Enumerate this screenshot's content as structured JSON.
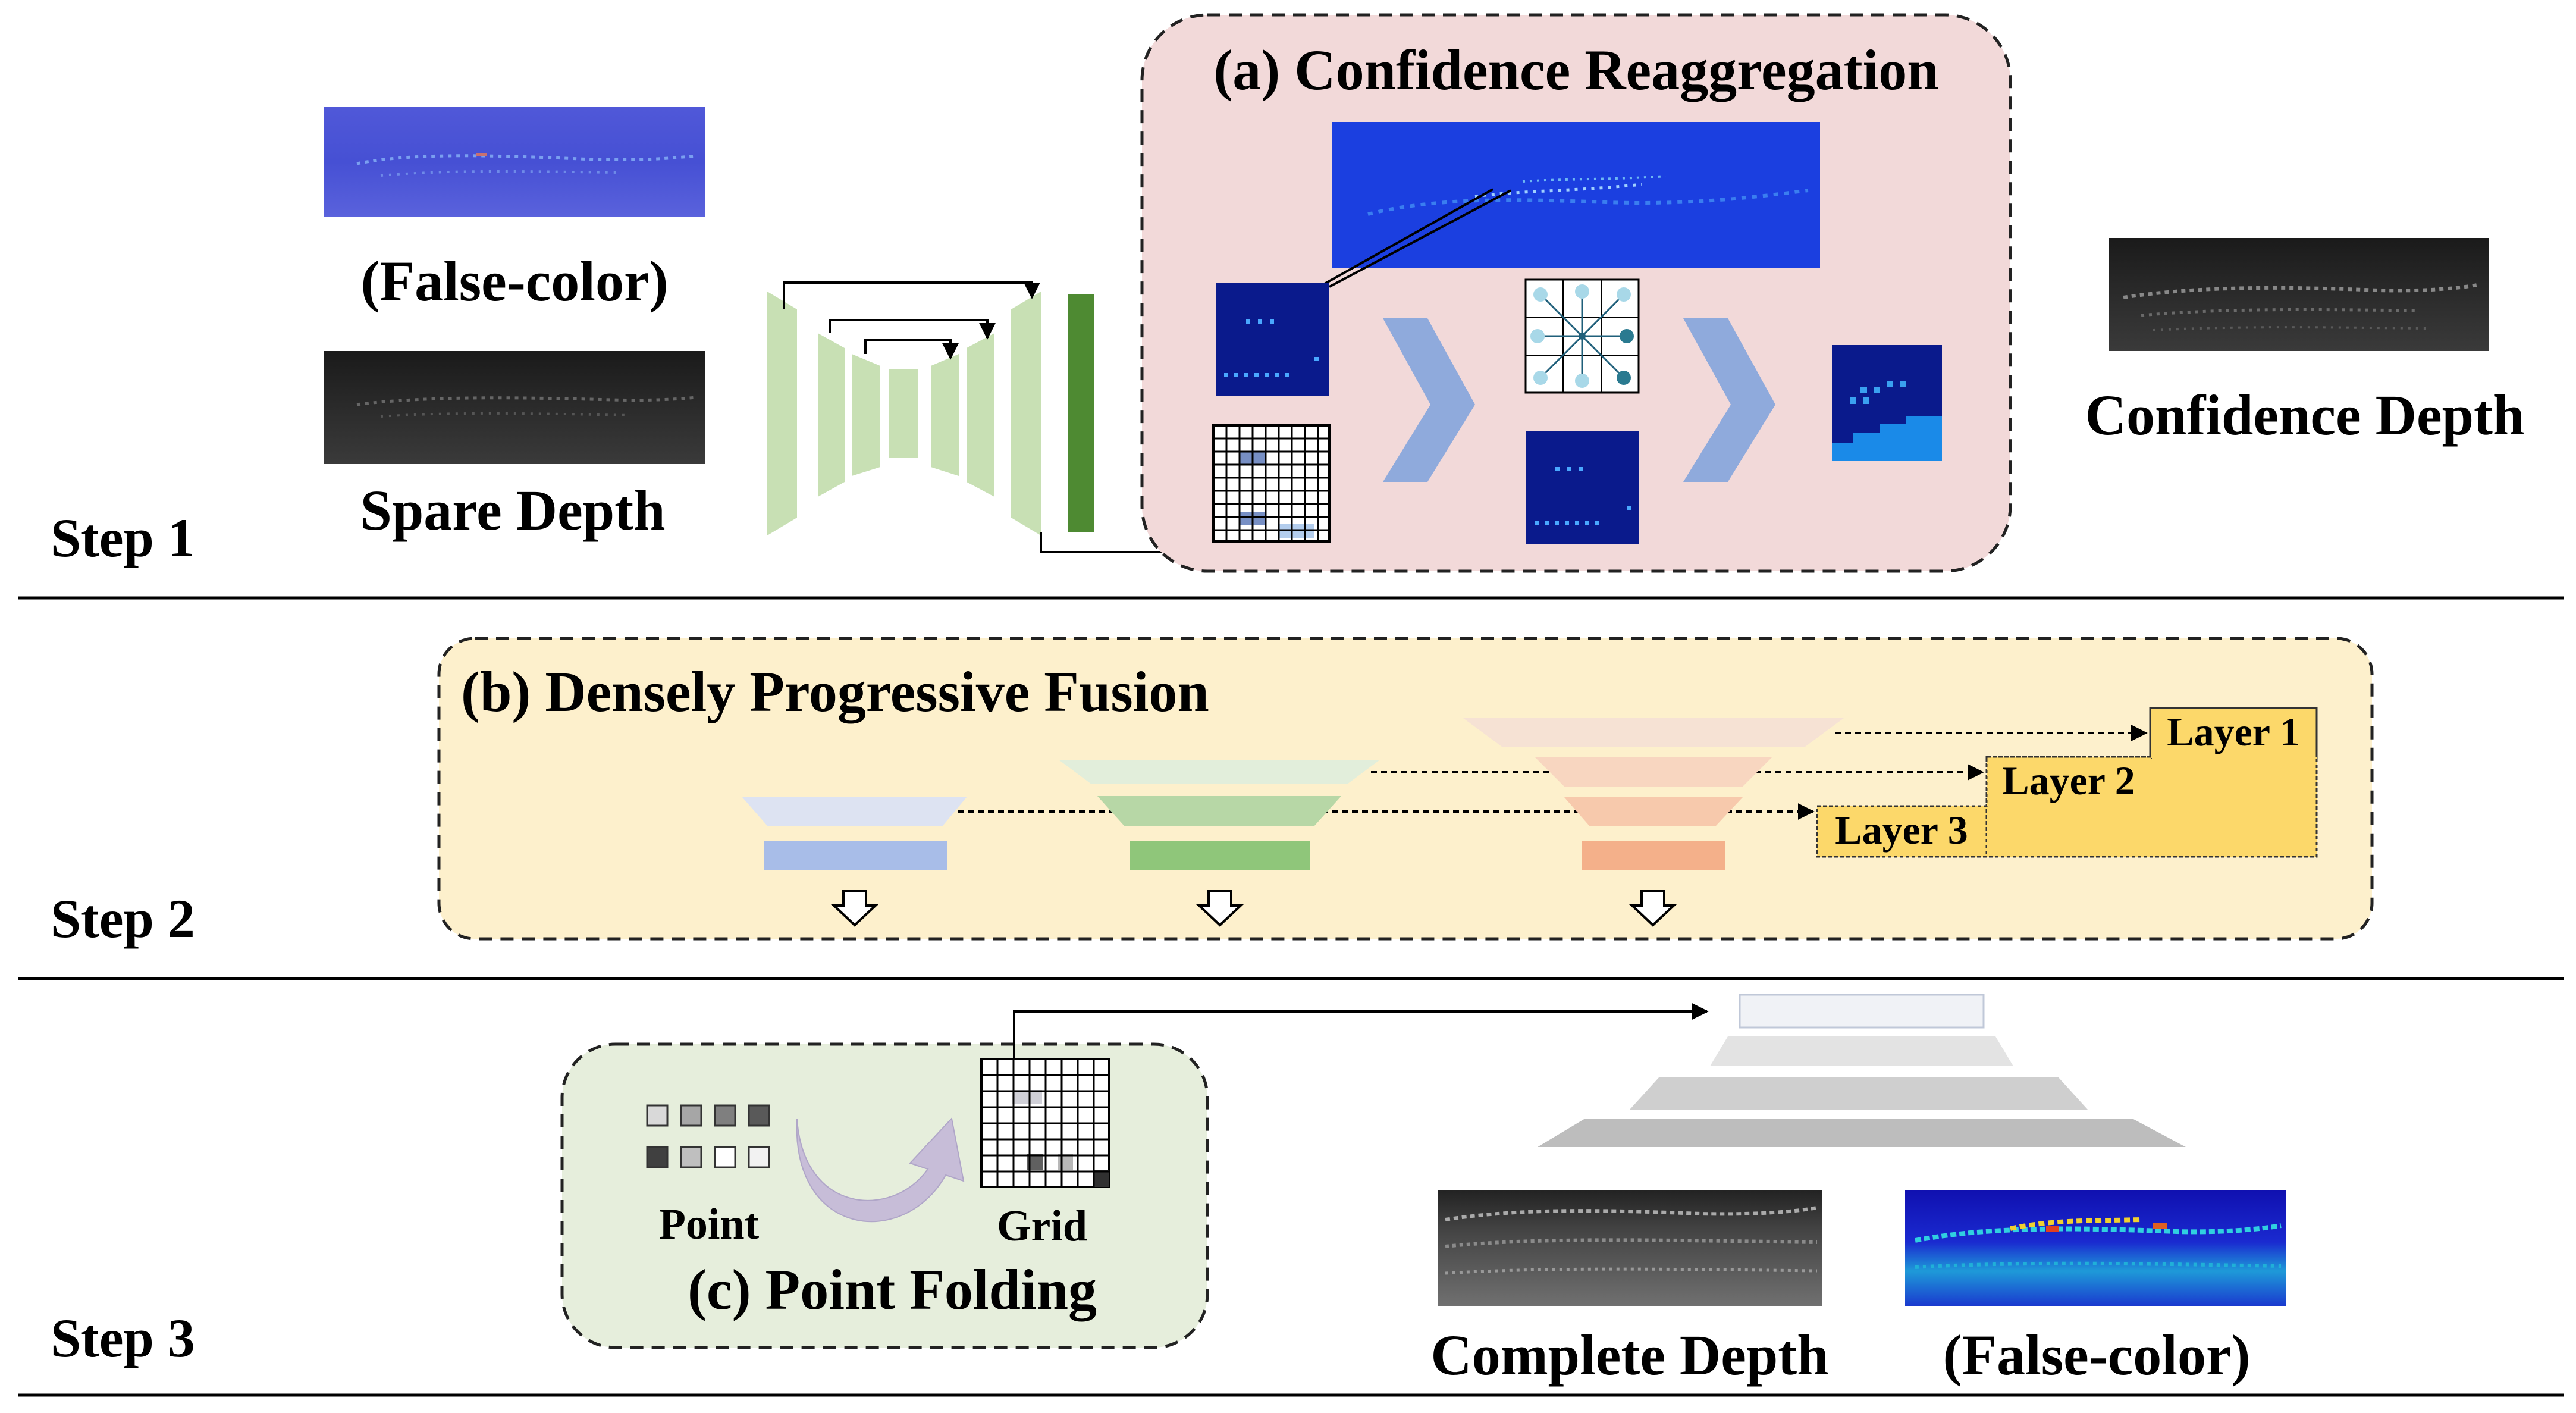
{
  "steps": {
    "step1": "Step 1",
    "step2": "Step 2",
    "step3": "Step 3"
  },
  "step1": {
    "false_color_label": "(False-color)",
    "sparse_depth_label": "Spare Depth",
    "confidence_depth_label": "Confidence Depth"
  },
  "panel_a": {
    "title": "(a) Confidence Reaggregation"
  },
  "panel_b": {
    "title": "(b) Densely Progressive Fusion",
    "layers": [
      "Layer 1",
      "Layer 2",
      "Layer 3"
    ]
  },
  "panel_c": {
    "title": "(c) Point Folding",
    "point_label": "Point",
    "grid_label": "Grid"
  },
  "step3": {
    "complete_depth_label": "Complete Depth",
    "false_color_label": "(False-color)"
  },
  "colors": {
    "panel_a_bg": "#f2d9d9",
    "panel_b_bg": "#fdf0cc",
    "panel_c_bg": "#e6eedc",
    "unet_green": "#c8e0b4",
    "dark_green": "#4e8a32",
    "layer_gold": "#fcd86a",
    "conf_blue": "#1b1bbd",
    "chevron_blue": "#8faadc"
  }
}
